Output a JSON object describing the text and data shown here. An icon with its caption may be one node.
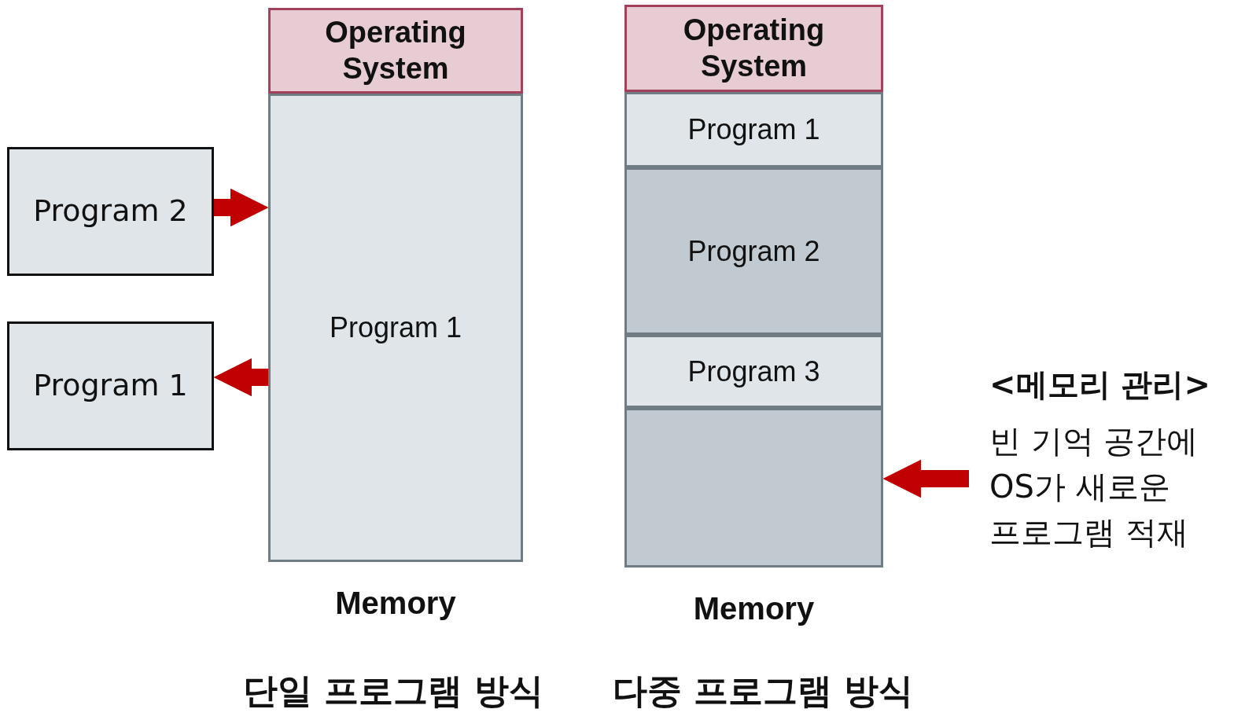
{
  "diagram": {
    "nodes": [
      {
        "text": [
          "Program 2"
        ]
      },
      {
        "text": [
          "Program 1"
        ]
      },
      {
        "text": [
          "Memory"
        ]
      },
      {
        "text": [
          "Operating System"
        ],
        "in": 2
      },
      {
        "text": [
          "Program 1"
        ],
        "in": 2
      },
      {
        "text": [
          "Memory"
        ]
      },
      {
        "text": [
          "Operating System"
        ],
        "in": 5
      },
      {
        "text": [
          "Program 1"
        ],
        "in": 5
      },
      {
        "text": [
          "Program 2"
        ],
        "in": 5
      },
      {
        "text": [
          "Program 3"
        ],
        "in": 5
      },
      {
        "text": [],
        "shape": "box",
        "in": 5
      }
    ],
    "edges": [
      {
        "from": 0,
        "to": 2,
        "arrow": "to"
      },
      {
        "from": 2,
        "to": 1,
        "arrow": "to"
      },
      {
        "from": null,
        "to": 10,
        "arrow": "to"
      }
    ],
    "labels": [
      "<메모리 관리>",
      "빈 기억 공간에 OS가 새로운 프로그램 적재",
      "단일 프로그램 방식",
      "다중 프로그램 방식"
    ]
  }
}
